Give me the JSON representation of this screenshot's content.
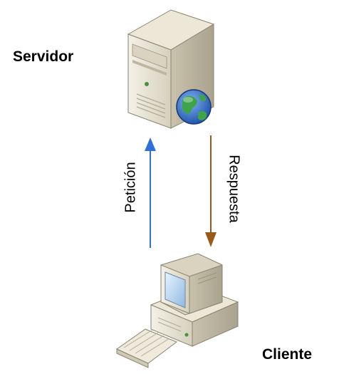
{
  "labels": {
    "server": "Servidor",
    "client": "Cliente",
    "request": "Petición",
    "response": "Respuesta"
  },
  "icons": {
    "server": "server-tower-icon",
    "globe": "globe-icon",
    "client": "desktop-computer-icon",
    "keyboard": "keyboard-icon"
  },
  "colors": {
    "request_arrow": "#2f6fd6",
    "response_arrow": "#9a5a1c"
  }
}
